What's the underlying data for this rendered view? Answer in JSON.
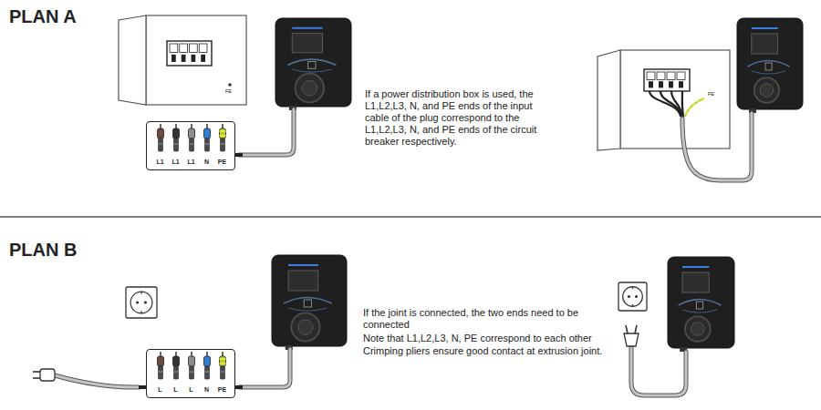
{
  "diagram": {
    "nodes": [
      {
        "text": [
          "L1",
          "L1",
          "L1",
          "N",
          "PE"
        ]
      },
      {
        "text": [
          "L",
          "L",
          "L",
          "N",
          "PE"
        ]
      }
    ],
    "labels": [
      "PLAN A",
      "FE",
      "If a power distribution box is used, the L1,L2,L3, N, and PE ends of the input cable of the plug correspond to the L1,L2,L3, N, and PE ends of the circuit breaker respectively.",
      "FE",
      "PLAN B",
      "If the joint is connected, the two ends need to be connected",
      "Note that L1,L2,L3, N, PE correspond to each other Crimping pliers ensure good contact at extrusion joint."
    ]
  }
}
